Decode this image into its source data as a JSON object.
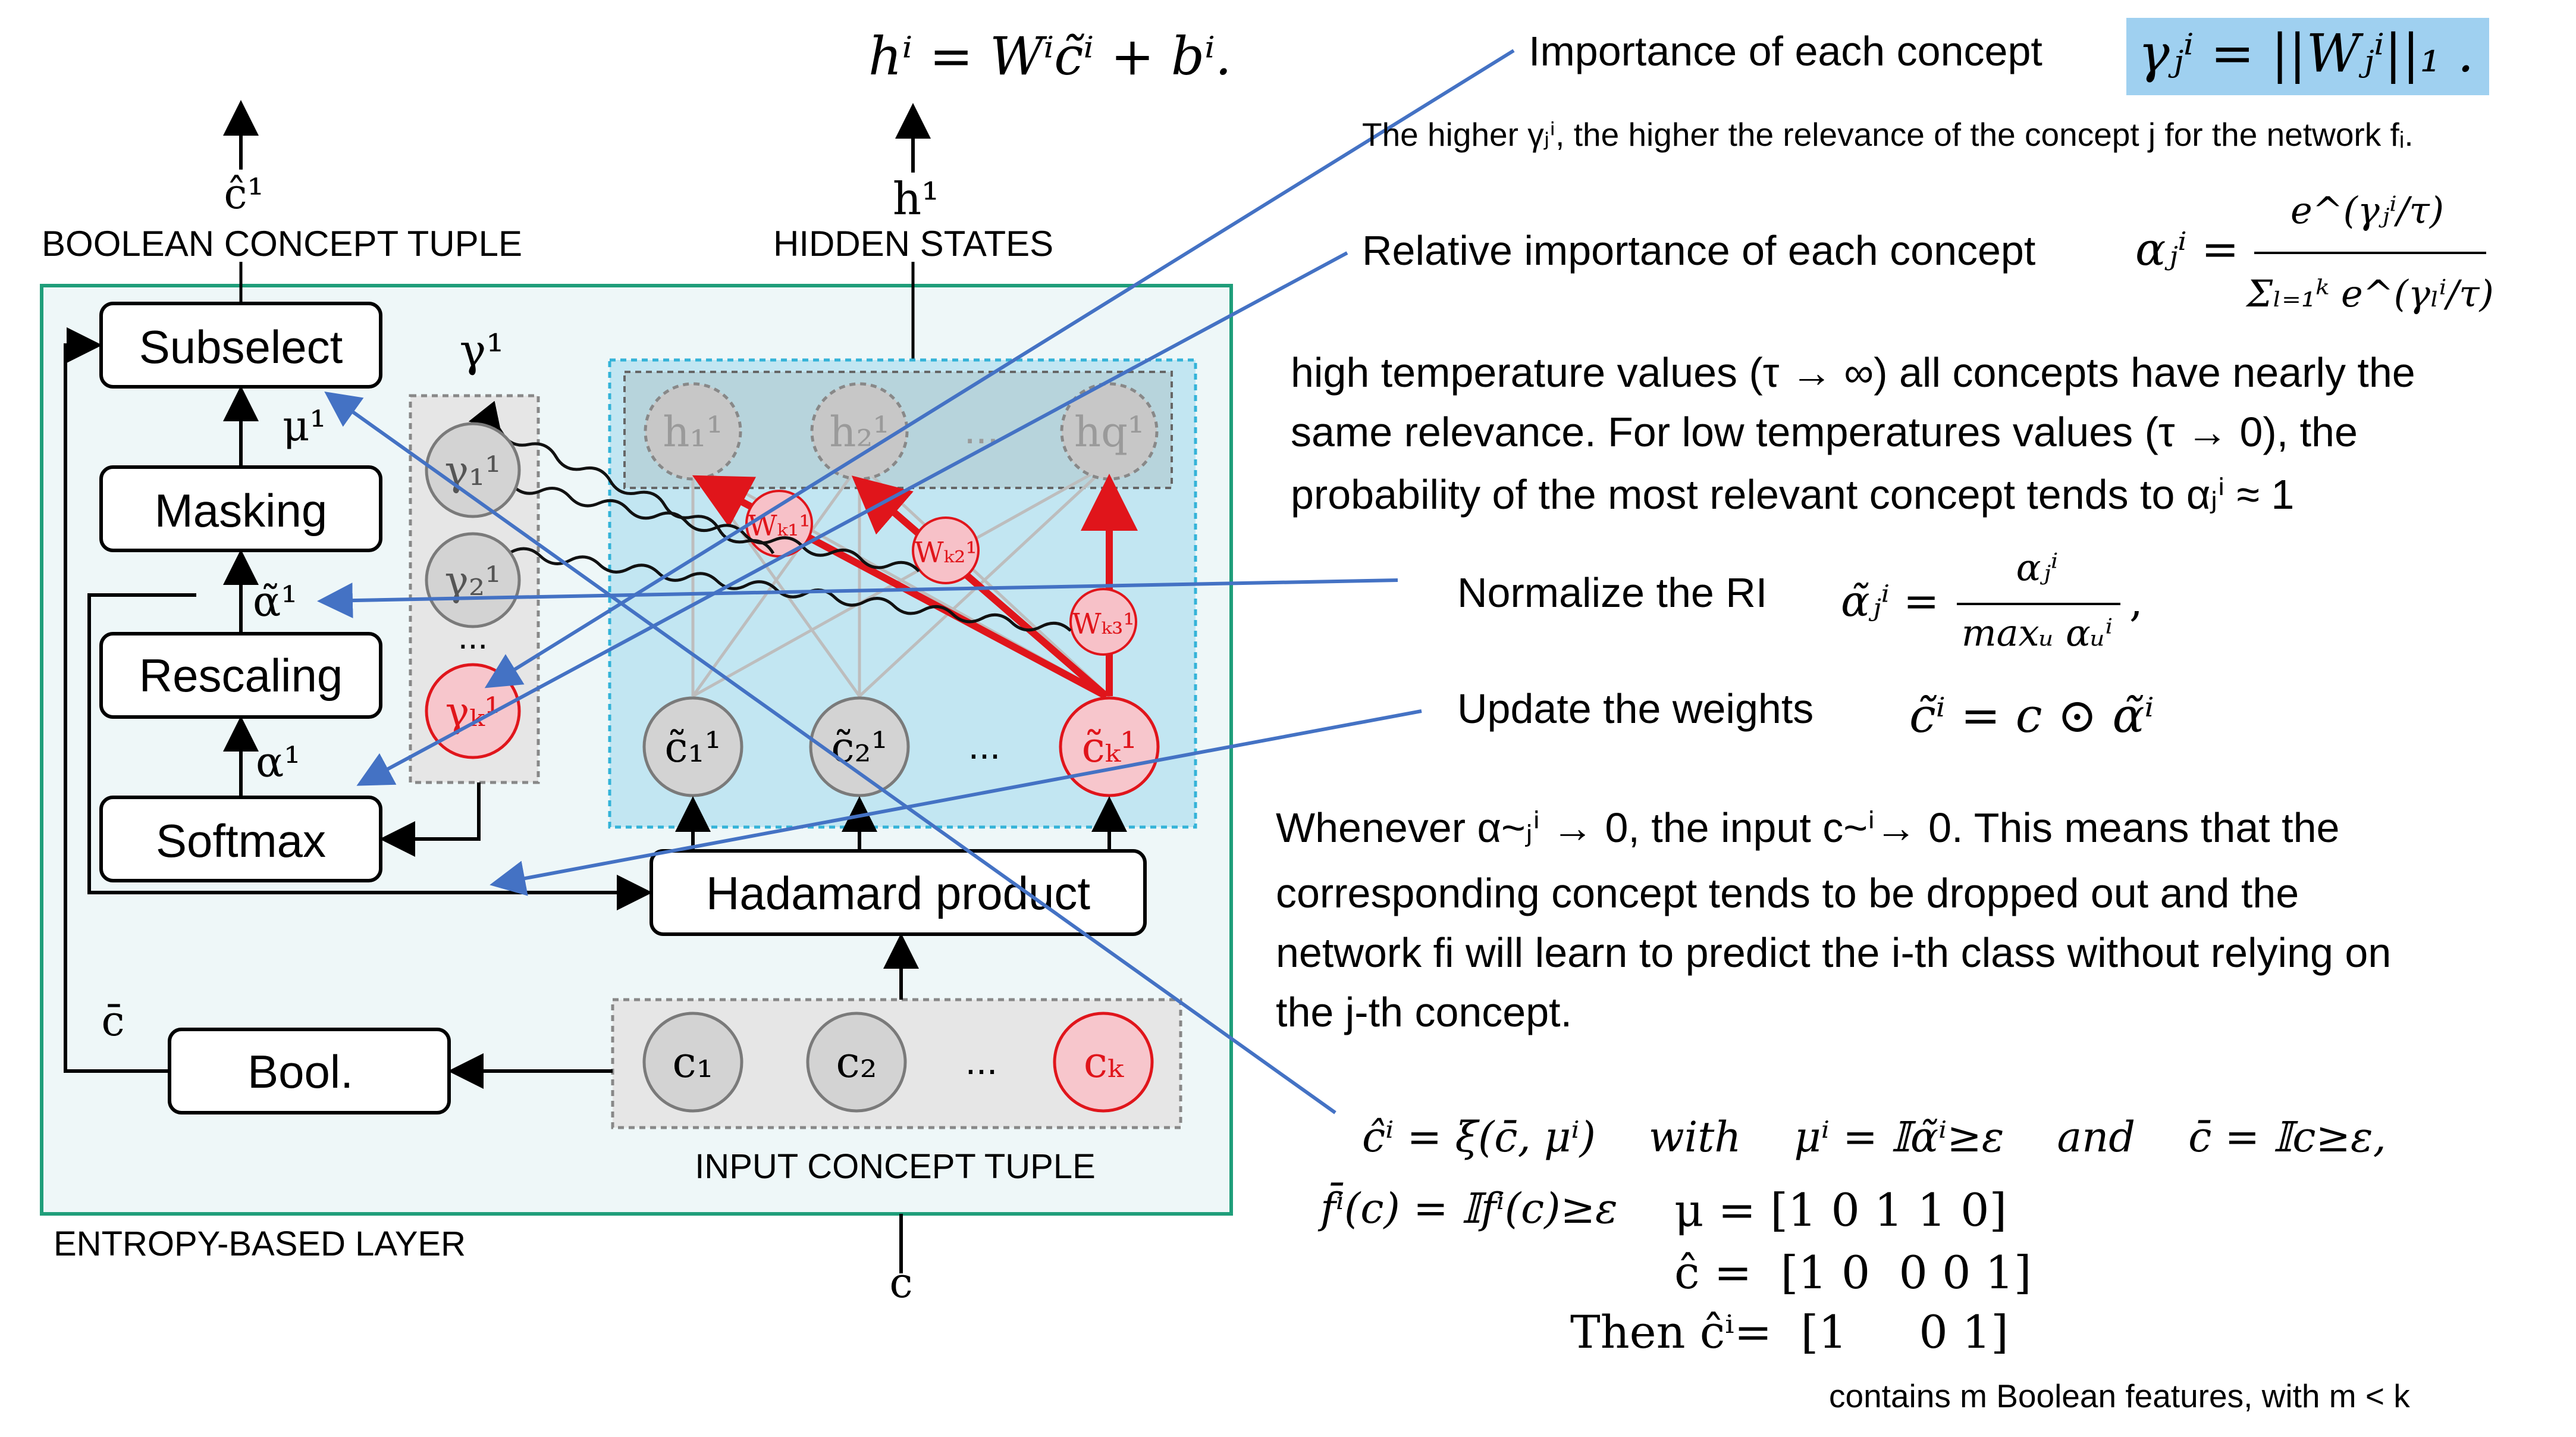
{
  "layer": {
    "boolean_label": "BOOLEAN CONCEPT TUPLE",
    "hidden_label": "HIDDEN STATES",
    "input_label": "INPUT CONCEPT TUPLE",
    "entropy_label": "ENTROPY-BASED LAYER",
    "c_hat1": "ĉ¹",
    "h1": "h¹",
    "gamma1": "γ¹",
    "mu1": "μ¹",
    "alpha_tilde1": "α̃¹",
    "alpha1": "α¹",
    "c_bar": "c̄",
    "c_input": "c",
    "ellipsis": "...",
    "boxes": {
      "subselect": "Subselect",
      "masking": "Masking",
      "rescaling": "Rescaling",
      "softmax": "Softmax",
      "hadamard": "Hadamard product",
      "bool": "Bool."
    },
    "gamma_nodes": [
      "γ₁¹",
      "γ₂¹",
      "γₖ¹"
    ],
    "h_nodes": [
      "h₁¹",
      "h₂¹",
      "hq¹"
    ],
    "c_tilde_nodes": [
      "c̃₁¹",
      "c̃₂¹",
      "c̃ₖ¹"
    ],
    "c_nodes": [
      "c₁",
      "c₂",
      "cₖ"
    ],
    "w_nodes": [
      "Wₖ₁¹",
      "Wₖ₂¹",
      "Wₖ₃¹"
    ]
  },
  "right": {
    "eq_top": "hⁱ = Wⁱc̃ⁱ + bⁱ.",
    "importance_label": "Importance of each concept",
    "importance_formula": "γⱼⁱ = ||Wⱼⁱ||₁ .",
    "importance_note": "The higher γⱼⁱ, the higher the relevance of the concept j for the network fᵢ.",
    "relative_label": "Relative importance of each concept",
    "relative_lhs": "αⱼⁱ =",
    "relative_num": "e^(γⱼⁱ/τ)",
    "relative_den": "Σₗ₌₁ᵏ e^(γₗⁱ/τ)",
    "temp_text": [
      "high temperature values (τ → ∞) all concepts have nearly the",
      "same relevance. For low temperatures values (τ → 0), the",
      "probability of the most relevant concept tends to αⱼⁱ ≈ 1"
    ],
    "normalize_label": "Normalize the RI",
    "normalize_lhs": "α̃ⱼⁱ =",
    "normalize_num": "αⱼⁱ",
    "normalize_den": "maxᵤ αᵤⁱ",
    "normalize_tail": ",",
    "update_label": "Update the weights",
    "update_formula": "c̃ⁱ = c ⊙ α̃ⁱ",
    "whenever_text": [
      "Whenever α~ⱼⁱ → 0, the input c~ⁱ→ 0. This means that the",
      "corresponding concept tends to be dropped out and the",
      "network fi will learn to predict the i-th class without relying  on",
      "the j-th concept."
    ],
    "chat_formula": "ĉⁱ = ξ(c̄, μⁱ)    with    μⁱ = 𝕀α̃ⁱ≥ε    and    c̄ = 𝕀c≥ε,",
    "fbar_formula": "f̄ⁱ(c) = 𝕀fⁱ(c)≥ε",
    "mu_line": "μ = [1 0 1 1 0]",
    "chat_line": "ĉ =  [1 0  0 0 1]",
    "then_line": "Then ĉⁱ=  [1     0 1]",
    "contains_note": "contains m Boolean features, with m < k"
  }
}
